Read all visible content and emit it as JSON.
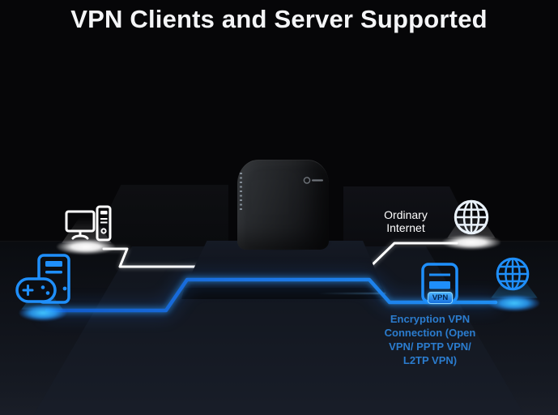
{
  "title": "VPN Clients and Server Supported",
  "diagram": {
    "router": {
      "brand_logo_icon": "tp-link-logo-icon"
    },
    "ordinary_internet": {
      "lines": [
        "Ordinary",
        "Internet"
      ],
      "icon": "globe-icon"
    },
    "vpn_connection": {
      "badge": "VPN",
      "lines": [
        "Encryption VPN",
        "Connection (Open",
        "VPN/ PPTP VPN/",
        "L2TP VPN)"
      ],
      "server_icon": "vpn-server-icon",
      "globe_icon": "globe-icon"
    },
    "clients": {
      "desktop_icon": "desktop-computer-icon",
      "gaming_icon": "gaming-pc-gamepad-icon"
    }
  },
  "colors": {
    "background": "#060608",
    "title_text": "#f4f5f7",
    "ordinary_line_white": "#ffffff",
    "vpn_line_blue": "#1b74e4",
    "vpn_glow_cyan": "#2fb4ff",
    "vpn_text_blue": "#2b7cce",
    "icon_blue": "#1f8ffb"
  }
}
